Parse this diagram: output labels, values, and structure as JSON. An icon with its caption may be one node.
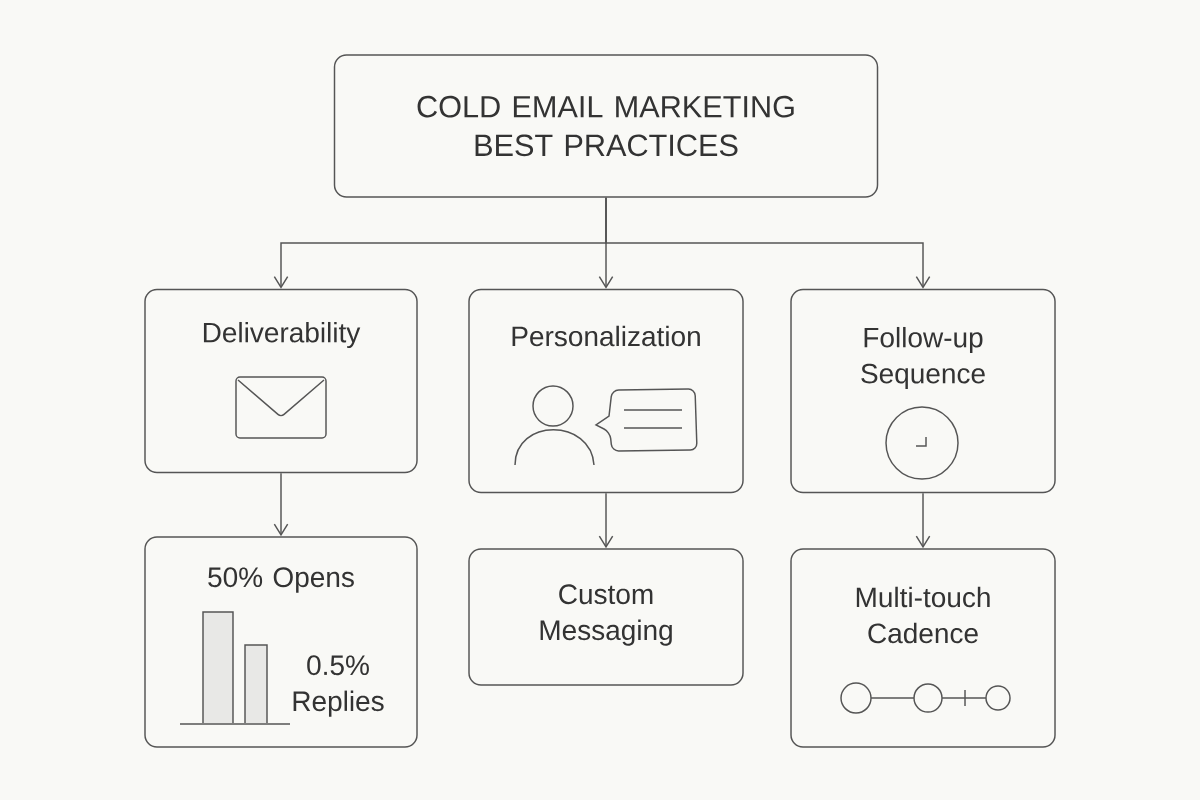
{
  "diagram": {
    "nodes": [
      {
        "text": [
          "COLD EMAIL MARKETING BEST PRACTICES"
        ]
      },
      {
        "text": [
          "Deliverability"
        ]
      },
      {
        "text": [
          "Personalization"
        ]
      },
      {
        "text": [
          "Follow-up Sequence"
        ]
      },
      {
        "text": [
          "50% Opens",
          "0.5% Replies"
        ]
      },
      {
        "text": [
          "Custom Messaging"
        ]
      },
      {
        "text": [
          "Multi-touch Cadence"
        ]
      }
    ],
    "edges": [
      {
        "from": 0,
        "to": 1,
        "arrow": "to"
      },
      {
        "from": 0,
        "to": 2,
        "arrow": "to"
      },
      {
        "from": 0,
        "to": 3,
        "arrow": "to"
      },
      {
        "from": 1,
        "to": 4,
        "arrow": "to"
      },
      {
        "from": 2,
        "to": 5,
        "arrow": "to"
      },
      {
        "from": 3,
        "to": 6,
        "arrow": "to"
      }
    ]
  }
}
